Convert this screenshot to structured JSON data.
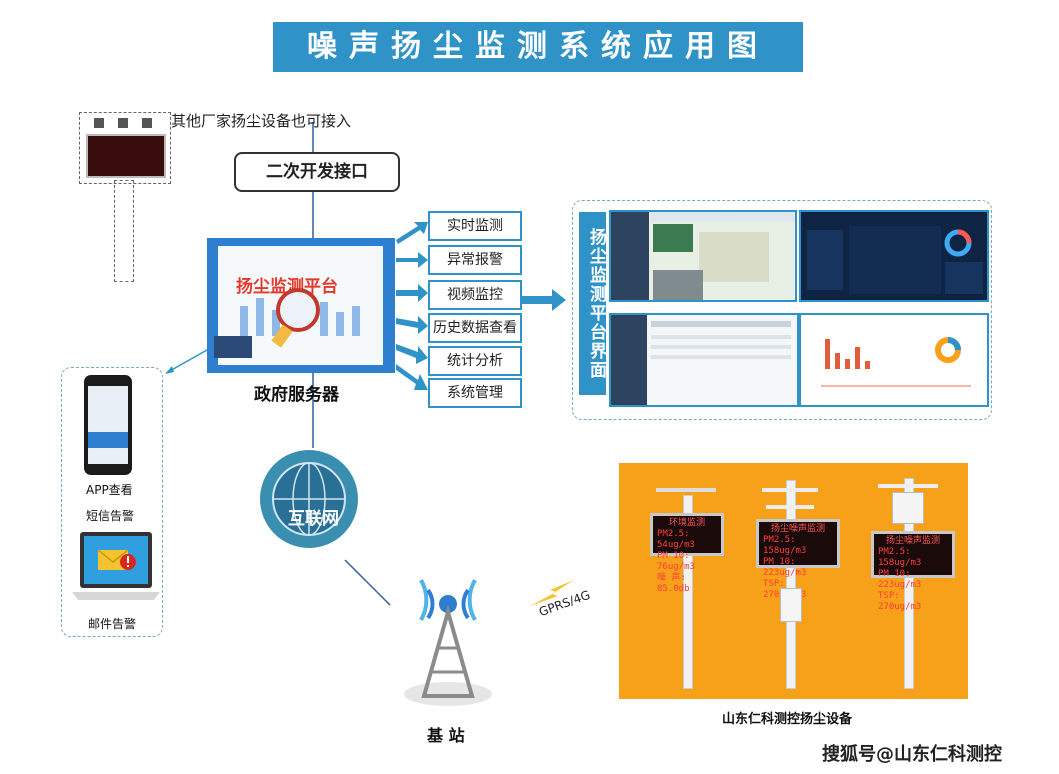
{
  "title": "噪声扬尘监测系统应用图",
  "other_devices_note": "其他厂家扬尘设备也可接入",
  "api_label": "二次开发接口",
  "platform_label": "扬尘监测平台",
  "server_caption": "政府服务器",
  "functions": [
    "实时监测",
    "异常报警",
    "视频监控",
    "历史数据查看",
    "统计分析",
    "系统管理"
  ],
  "platform_interface_label": "扬尘监测平台界面",
  "mobile": {
    "app_label": "APP查看",
    "sms_label": "短信告警",
    "mail_label": "邮件告警"
  },
  "internet_label": "互联网",
  "base_station_label": "基 站",
  "gprs_label": "GPRS/4G",
  "devices_caption": "山东仁科测控扬尘设备",
  "led_screens": [
    {
      "title": "环境监测",
      "lines": [
        "PM2.5: 54ug/m3",
        "PM 10: 76ug/m3",
        "噪 声: 85.0db"
      ]
    },
    {
      "title": "扬尘噪声监测",
      "lines": [
        "PM2.5: 158ug/m3",
        "PM 10: 223ug/m3",
        "TSP: 270ug/m3"
      ]
    },
    {
      "title": "扬尘噪声监测",
      "lines": [
        "PM2.5: 158ug/m3",
        "PM 10: 223ug/m3",
        "TSP: 270ug/m3"
      ]
    }
  ],
  "watermark": "搜狐号@山东仁科测控",
  "colors": {
    "accent": "#2f93c8",
    "server_blue": "#2f7fd0",
    "orange": "#f7a11a",
    "led_red": "#ff3b3b",
    "platform_label_red": "#e5382c"
  }
}
